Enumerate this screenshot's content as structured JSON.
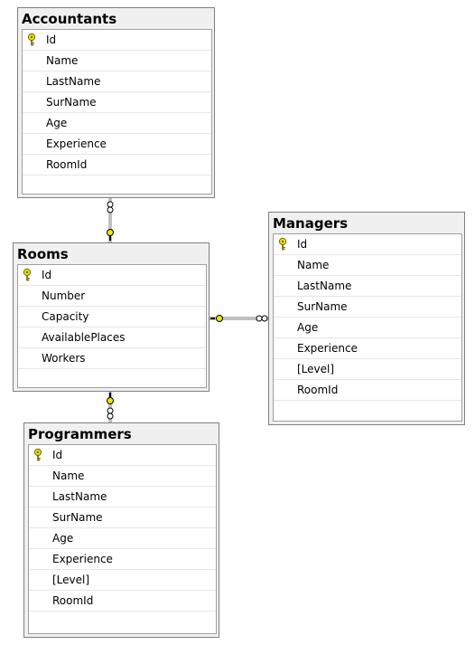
{
  "tables": {
    "accountants": {
      "title": "Accountants",
      "columns": [
        "Id",
        "Name",
        "LastName",
        "SurName",
        "Age",
        "Experience",
        "RoomId"
      ],
      "primary_key": "Id"
    },
    "rooms": {
      "title": "Rooms",
      "columns": [
        "Id",
        "Number",
        "Capacity",
        "AvailablePlaces",
        "Workers"
      ],
      "primary_key": "Id"
    },
    "programmers": {
      "title": "Programmers",
      "columns": [
        "Id",
        "Name",
        "LastName",
        "SurName",
        "Age",
        "Experience",
        "[Level]",
        "RoomId"
      ],
      "primary_key": "Id"
    },
    "managers": {
      "title": "Managers",
      "columns": [
        "Id",
        "Name",
        "LastName",
        "SurName",
        "Age",
        "Experience",
        "[Level]",
        "RoomId"
      ],
      "primary_key": "Id"
    }
  },
  "relationships": [
    {
      "from": "Accountants",
      "to": "Rooms",
      "many_side": "Accountants",
      "one_side": "Rooms"
    },
    {
      "from": "Programmers",
      "to": "Rooms",
      "many_side": "Programmers",
      "one_side": "Rooms"
    },
    {
      "from": "Managers",
      "to": "Rooms",
      "many_side": "Managers",
      "one_side": "Rooms"
    }
  ],
  "colors": {
    "key_icon": "#f2e600",
    "line": "#808080",
    "panel": "#f0f0f0"
  },
  "icons": {
    "primary_key": "key-icon",
    "many_end": "infinity-icon",
    "one_end": "key-icon"
  }
}
